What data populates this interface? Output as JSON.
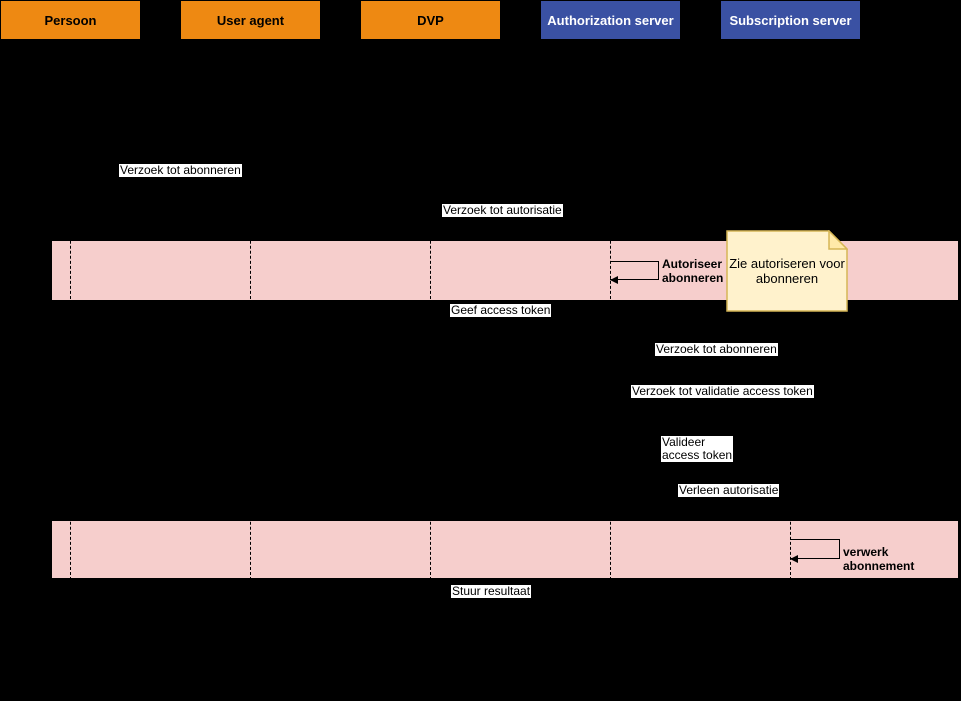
{
  "diagram_type": "uml-sequence",
  "colors": {
    "background": "#000000",
    "actor_orange": "#EE8912",
    "actor_blue": "#3A51A3",
    "activation_band_pink": "#F6CECC",
    "note_fill": "#FFF2CC",
    "note_border": "#D6B656",
    "message_label_background": "#FFFFFF",
    "line": "#000000"
  },
  "actors": [
    {
      "label": "Persoon",
      "style": "orange"
    },
    {
      "label": "User agent",
      "style": "orange"
    },
    {
      "label": "DVP",
      "style": "orange"
    },
    {
      "label": "Authorization server",
      "style": "blue"
    },
    {
      "label": "Subscription server",
      "style": "blue"
    }
  ],
  "messages": [
    {
      "text": "Verzoek tot abonneren"
    },
    {
      "text": "Verzoek tot autorisatie"
    },
    {
      "text": "Geef access token"
    },
    {
      "text": "Verzoek tot abonneren"
    },
    {
      "text": "Verzoek tot validatie access token"
    },
    {
      "text": "Valideer\naccess token"
    },
    {
      "text": "Verleen autorisatie"
    },
    {
      "text": "Stuur resultaat"
    }
  ],
  "self_messages": [
    {
      "text": "Autoriseer\nabonneren"
    },
    {
      "text": "verwerk abonnement"
    }
  ],
  "note": {
    "text": "Zie autoriseren voor\nabonneren"
  }
}
